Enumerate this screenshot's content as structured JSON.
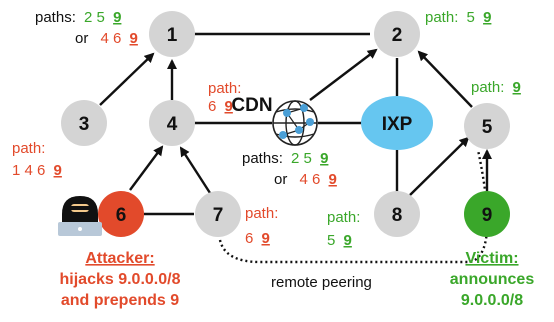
{
  "nodes": {
    "n1": "1",
    "n2": "2",
    "n3": "3",
    "n4": "4",
    "n5": "5",
    "n6": "6",
    "n7": "7",
    "n8": "8",
    "n9": "9"
  },
  "labels": {
    "ixp": "IXP",
    "cdn": "CDN",
    "remote_peering": "remote peering"
  },
  "paths": {
    "p1_prefix": "paths:",
    "p1_a": "2 5",
    "p1_a_end": "9",
    "p1_or": "or",
    "p1_b": "4 6",
    "p1_b_end": "9",
    "p2_prefix": "path:",
    "p2_val": "5",
    "p2_end": "9",
    "p5_prefix": "path:",
    "p5_end": "9",
    "p4_prefix": "path:",
    "p4_val": "6",
    "p4_end": "9",
    "p3_prefix": "path:",
    "p3_val": "1 4 6",
    "p3_end": "9",
    "cdn_prefix": "paths:",
    "cdn_a": "2 5",
    "cdn_a_end": "9",
    "cdn_or": "or",
    "cdn_b": "4 6",
    "cdn_b_end": "9",
    "p7_prefix": "path:",
    "p7_val": "6",
    "p7_end": "9",
    "p8_prefix": "path:",
    "p8_val": "5",
    "p8_end": "9"
  },
  "attacker": {
    "title": "Attacker:",
    "line1": "hijacks 9.0.0.0/8",
    "line2": "and prepends 9"
  },
  "victim": {
    "title": "Victim:",
    "line1": "announces",
    "line2": "9.0.0.0/8"
  },
  "colors": {
    "node_gray": "#d4d4d4",
    "attacker_red": "#e24a2b",
    "victim_green": "#3aa72a",
    "ixp_blue": "#66c6f0",
    "cdn_blue": "#4a9fd6"
  }
}
